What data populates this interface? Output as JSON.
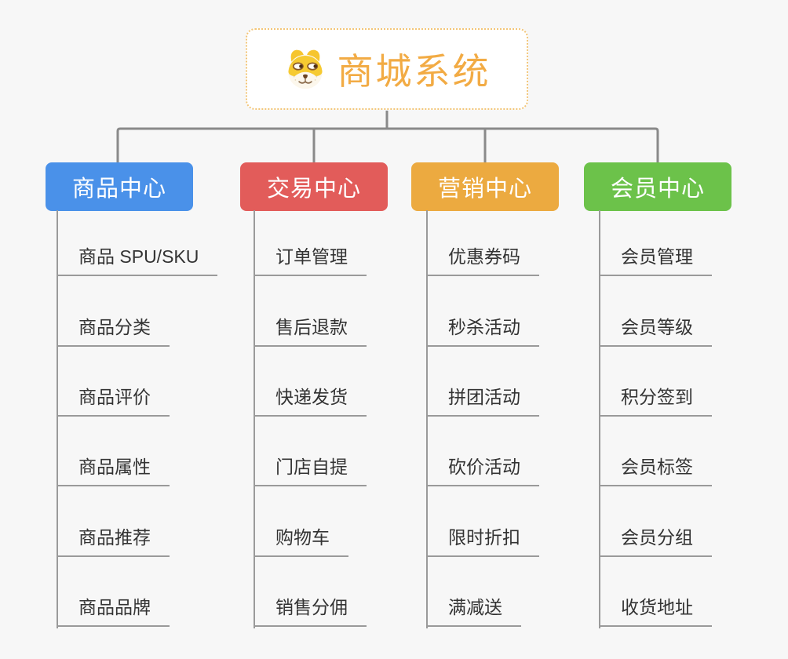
{
  "page": {
    "background_color": "#f7f7f7"
  },
  "root": {
    "label": "商城系统",
    "icon": "dog-face-icon",
    "text_color": "#f2ab44",
    "border_color": "#f2c577",
    "background_color": "#ffffff"
  },
  "connector_color": "#8a8a8a",
  "trunk_line_color": "#9a9a9a",
  "leaf_text_color": "#333333",
  "branches": [
    {
      "label": "商品中心",
      "color": "#4a91e9",
      "children": [
        "商品 SPU/SKU",
        "商品分类",
        "商品评价",
        "商品属性",
        "商品推荐",
        "商品品牌"
      ]
    },
    {
      "label": "交易中心",
      "color": "#e25c5a",
      "children": [
        "订单管理",
        "售后退款",
        "快递发货",
        "门店自提",
        "购物车",
        "销售分佣"
      ]
    },
    {
      "label": "营销中心",
      "color": "#ecaa40",
      "children": [
        "优惠券码",
        "秒杀活动",
        "拼团活动",
        "砍价活动",
        "限时折扣",
        "满减送"
      ]
    },
    {
      "label": "会员中心",
      "color": "#6cc24a",
      "children": [
        "会员管理",
        "会员等级",
        "积分签到",
        "会员标签",
        "会员分组",
        "收货地址"
      ]
    }
  ]
}
